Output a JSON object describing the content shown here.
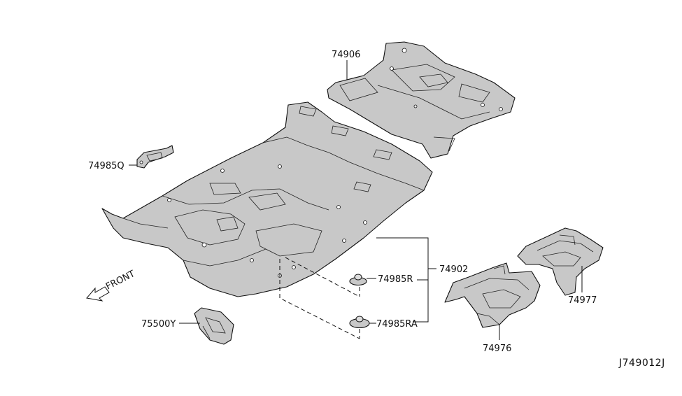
{
  "labels": {
    "rear_floor_carpet": "74906",
    "floor_clip_bracket": "74985Q",
    "floor_carpet_main": "74902",
    "clip_r": "74985R",
    "clip_ra": "74985RA",
    "heel_pad": "75500Y",
    "rear_mat_right": "74977",
    "rear_mat_left": "74976",
    "front_direction": "FRONT",
    "diagram_code": "J749012J"
  },
  "icons": {
    "front_arrow": "front-direction-arrow-icon"
  },
  "colors": {
    "line": "#111111",
    "part_fill": "#c8c8c8",
    "background": "#ffffff"
  }
}
